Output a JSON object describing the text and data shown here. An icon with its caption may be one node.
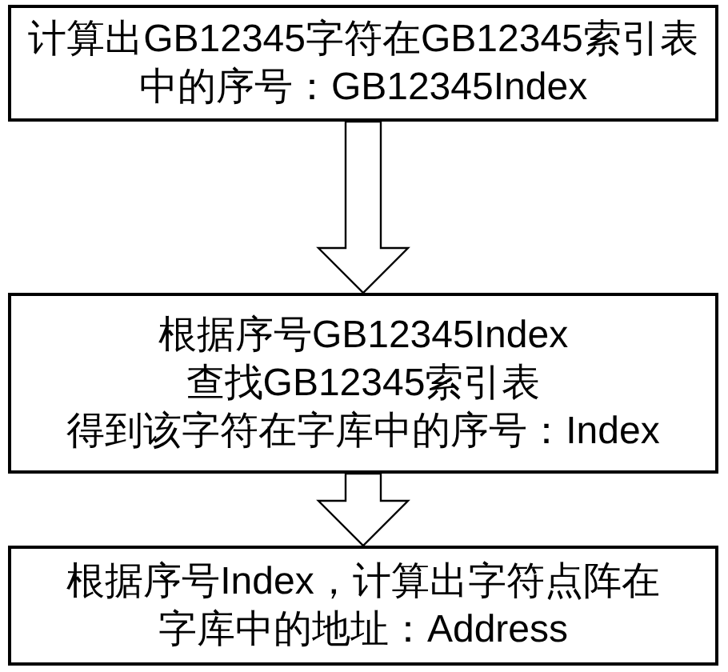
{
  "diagram": {
    "nodes": [
      {
        "text": [
          "计算出GB12345字符在GB12345索引表中的序号：GB12345Index"
        ]
      },
      {
        "text": [
          "根据序号GB12345Index",
          "查找GB12345索引表",
          "得到该字符在字库中的序号：Index"
        ]
      },
      {
        "text": [
          "根据序号Index，计算出字符点阵在字库中的地址：Address"
        ]
      }
    ],
    "edges": [
      {
        "from": 0,
        "to": 1,
        "arrow": "to"
      },
      {
        "from": 1,
        "to": 2,
        "arrow": "to"
      }
    ]
  }
}
